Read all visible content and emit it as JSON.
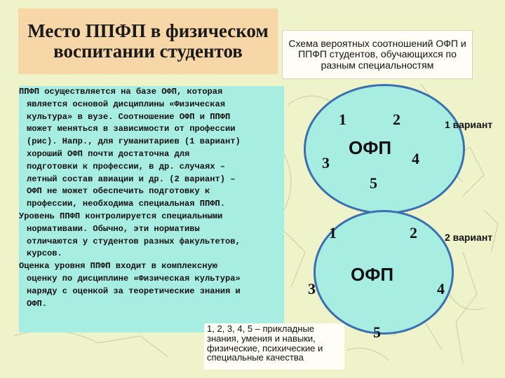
{
  "title": "Место ППФП в физическом воспитании студентов",
  "scheme_caption": "Схема вероятных соотношений ОФП и ППФП студентов, обучающихся по разным специальностям",
  "body_paragraphs": [
    "ППФП осуществляется на базе ОФП, которая",
    "является основой дисциплины «Физическая",
    "культура» в вузе. Соотношение ОФП и ППФП",
    "может меняться в зависимости от профессии",
    "(рис). Напр., для гуманитариев (1 вариант)",
    "хороший ОФП почти достаточна для",
    "подготовки к профессии, в др. случаях –",
    "летный состав авиации и др. (2 вариант) –",
    "ОФП не может обеспечить подготовку к",
    "профессии, необходима специальная ППФП.",
    "Уровень ППФП контролируется специальными",
    "нормативами. Обычно, эти нормативы",
    "отличаются у студентов разных факультетов,",
    "курсов.",
    "Оценка уровня  ППФП входит в комплексную",
    "оценку по дисциплине «Физическая культура»",
    "наряду с оценкой за теоретические знания и",
    "ОФП."
  ],
  "legend": "1, 2, 3, 4, 5 – прикладные знания, умения и навыки, физические, психические и специальные качества",
  "variant1": {
    "label": "1 вариант",
    "center": "ОФП",
    "numbers": [
      "1",
      "2",
      "3",
      "4",
      "5"
    ]
  },
  "variant2": {
    "label": "2 вариант",
    "center": "ОФП",
    "numbers": [
      "1",
      "2",
      "3",
      "4",
      "5"
    ]
  },
  "colors": {
    "background": "#eef3c9",
    "title_fill": "#f7d7a7",
    "panel_fill": "#a8ede2",
    "circle_border": "#3c6fb0"
  }
}
